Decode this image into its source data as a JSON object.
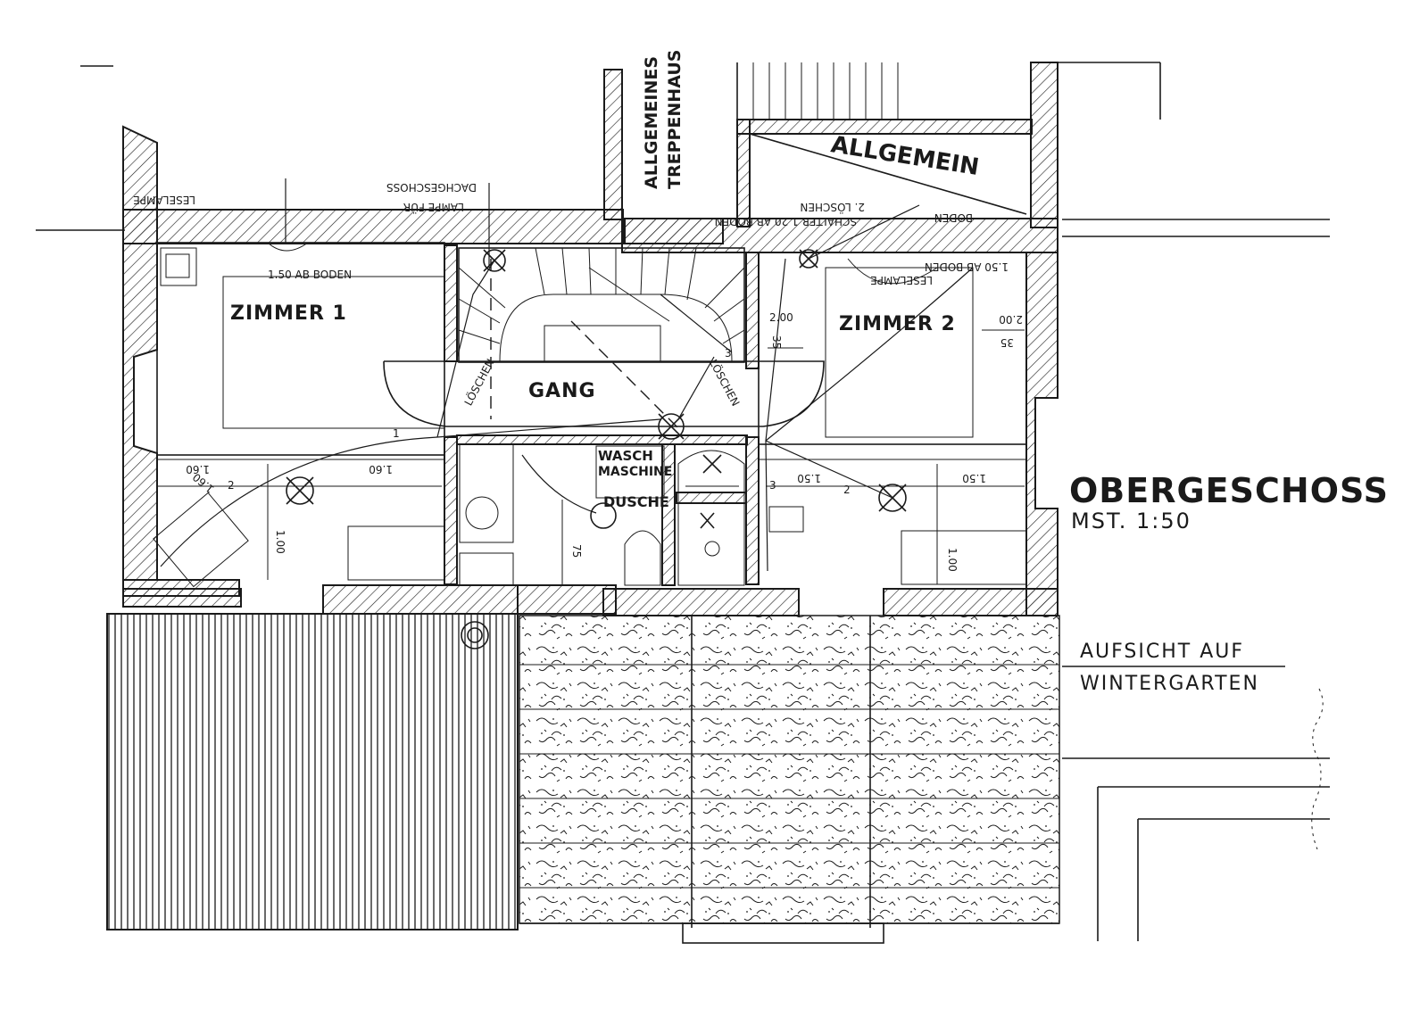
{
  "plan": {
    "title": "OBERGESCHOSS",
    "scale": "MST.   1:50",
    "view_label_1": "AUFSICHT  AUF",
    "view_label_2": "WINTERGARTEN",
    "stair_label_1": "ALLGEMEINES",
    "stair_label_2": "TREPPENHAUS",
    "allgemein": "ALLGEMEIN",
    "rooms": {
      "zimmer1": "ZIMMER 1",
      "zimmer2": "ZIMMER 2",
      "gang": "GANG",
      "wasch1": "WASCH",
      "wasch2": "MASCHINE",
      "dusche": "DUSCHE"
    },
    "notes": {
      "leselampe1": "LESELAMPE",
      "lampe_fuer": "LAMPE FÜR",
      "dachgeschoss": "DACHGESCHOSS",
      "boden_150": "1.50 AB BODEN",
      "schalter": "SCHALTER 1.20 AB BODEN",
      "loeschen": "2. LÖSCHEN",
      "boden_top": "BODEN",
      "leselampe2": "LESELAMPE",
      "loeschen_left": "LÖSCHEN",
      "loeschen_right": "LÖSCHEN",
      "rechts_boden": "1.50 AB BODEN"
    },
    "dims": {
      "d1": "1.60",
      "d2": "1.60",
      "d3": "1.60",
      "d4": "1.00",
      "d5": "2.00",
      "d6": "2.00",
      "d7": "35",
      "d8": "35",
      "d9": "1.50",
      "d10": "1.50",
      "d11": "1.00",
      "d12": "75",
      "d13": "2",
      "d14": "2",
      "d15": "3",
      "d16": "3",
      "d17": "1"
    }
  }
}
